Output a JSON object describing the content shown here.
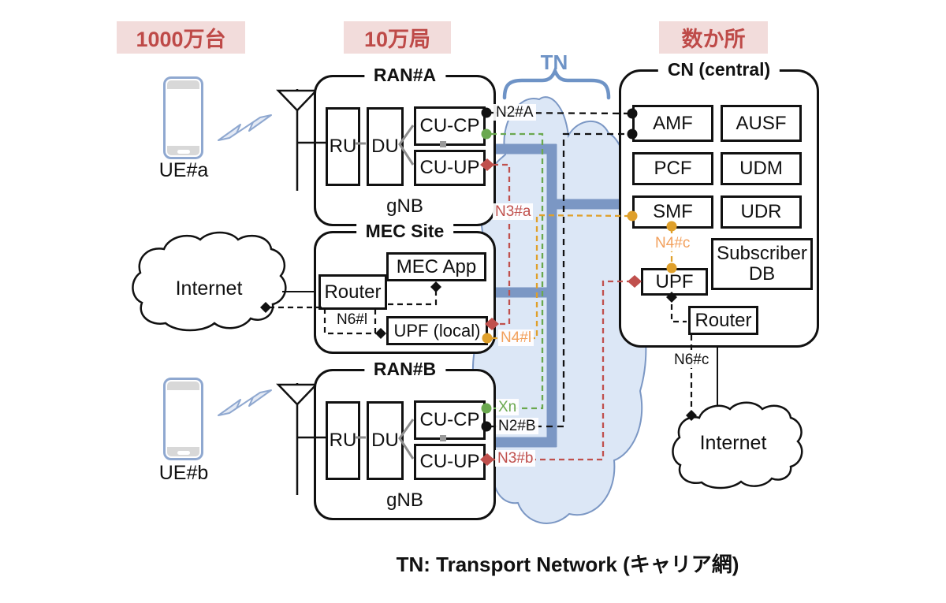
{
  "header_labels": {
    "ue_scale": "1000万台",
    "ran_scale": "10万局",
    "cn_scale": "数か所"
  },
  "tn": {
    "short_label": "TN",
    "caption": "TN: Transport Network (キャリア網)"
  },
  "ue": {
    "a_label": "UE#a",
    "b_label": "UE#b"
  },
  "ran_a": {
    "title": "RAN#A",
    "ru": "RU",
    "du": "DU",
    "cu_cp": "CU-CP",
    "cu_up": "CU-UP",
    "footer": "gNB"
  },
  "ran_b": {
    "title": "RAN#B",
    "ru": "RU",
    "du": "DU",
    "cu_cp": "CU-CP",
    "cu_up": "CU-UP",
    "footer": "gNB"
  },
  "mec": {
    "title": "MEC Site",
    "router": "Router",
    "mec_app": "MEC App",
    "upf_local": "UPF (local)"
  },
  "cn": {
    "title": "CN (central)",
    "amf": "AMF",
    "ausf": "AUSF",
    "pcf": "PCF",
    "udm": "UDM",
    "smf": "SMF",
    "udr": "UDR",
    "subscriber_db": "Subscriber DB",
    "upf": "UPF",
    "router": "Router"
  },
  "internet": {
    "left": "Internet",
    "right": "Internet"
  },
  "interfaces": {
    "n2_a": "N2#A",
    "n3_a": "N3#a",
    "xn": "Xn",
    "n2_b": "N2#B",
    "n3_b": "N3#b",
    "n4_l": "N4#l",
    "n4_c": "N4#c",
    "n6_l": "N6#l",
    "n6_c": "N6#c"
  },
  "colors": {
    "accent_red": "#BE4A48",
    "label_pink_bg": "#F2DCDB",
    "tn_line_blue": "#7B97C4",
    "cloud_fill": "#DCE7F6",
    "brace_blue": "#6E93C6",
    "xn_green": "#6AA84F",
    "n3_red": "#C0504D",
    "n4_orange": "#DFA02B",
    "n4_label_orange": "#F2A05C",
    "phone_blue": "#8FA8D0",
    "connector_gray": "#8C8C8C"
  }
}
